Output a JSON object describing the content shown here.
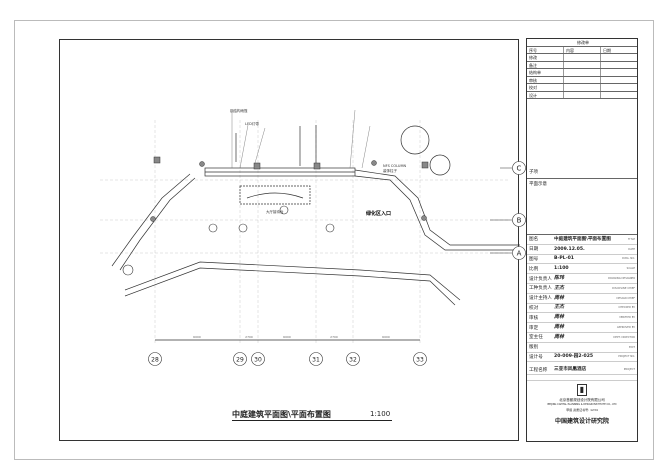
{
  "plan": {
    "title": "中庭建筑平面图\\平面布置图",
    "scale": "1:100",
    "grid_columns": [
      "28",
      "29",
      "30",
      "31",
      "32",
      "33"
    ],
    "grid_rows": [
      "C",
      "B",
      "A"
    ],
    "column_spacings": [
      "6000",
      "2700",
      "6000",
      "2700",
      "6000"
    ],
    "labels": {
      "entrance": "绿化区入口",
      "column": "NFS COLUMN",
      "column_cn": "装饰柱子",
      "led": "LED灯带",
      "reception": "大厅接待台"
    }
  },
  "title_block": {
    "revision_header": "修改单",
    "revision_cols": [
      "序号",
      "内容",
      "日期"
    ],
    "revision_rows": [
      "修改",
      "备注",
      "结构单",
      "审核",
      "校对",
      "设计"
    ],
    "sub_label": "子项",
    "plan_label": "平面示意",
    "fields": [
      {
        "k": "图名",
        "v": "中庭建筑平面图\\平面布置图",
        "e": "TITLE"
      },
      {
        "k": "日期",
        "v": "2009.12.05.",
        "e": "DATE"
      },
      {
        "k": "图号",
        "v": "B-PL-01",
        "e": "DWG. NO."
      },
      {
        "k": "比例",
        "v": "1:100",
        "e": "SCALE"
      },
      {
        "k": "设计负责人",
        "v": "陈玮",
        "e": "DRAWING DESIGNER"
      },
      {
        "k": "工种负责人",
        "v": "王杰",
        "e": "DISCIPLINE CHIEF"
      },
      {
        "k": "设计主持人",
        "v": "周林",
        "e": "DESIGN CHIEF"
      },
      {
        "k": "校对",
        "v": "王杰",
        "e": "CHECKED BY"
      },
      {
        "k": "审核",
        "v": "周林",
        "e": "VERIFIED BY"
      },
      {
        "k": "审定",
        "v": "周林",
        "e": "APPROVED BY"
      },
      {
        "k": "室主任",
        "v": "周林",
        "e": "DEPT. DIRECTOR"
      },
      {
        "k": "版别",
        "v": "",
        "e": "EDIT"
      },
      {
        "k": "设计号",
        "v": "20-009-园2-025",
        "e": "PROJECT NO."
      },
      {
        "k": "工程名称",
        "v": "三亚市凤凰酒店",
        "e": "PROJECT"
      }
    ],
    "company": "北京首都规划设计院有限公司",
    "company_en": "BEIJING CAPITAL PLANNING & DESIGN INSTITUTE CO., LTD",
    "cert": "甲级 资质证书号: 1234",
    "footer": "中国建筑设计研究院"
  }
}
